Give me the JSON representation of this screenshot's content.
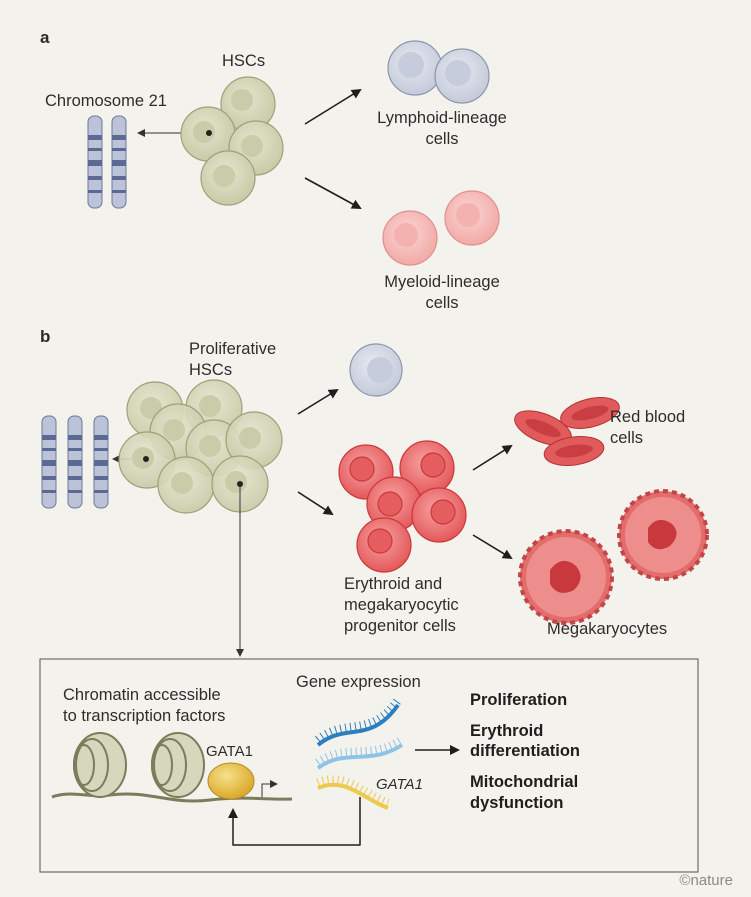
{
  "panel_a": {
    "letter": "a",
    "chromosome_label": "Chromosome 21",
    "hsc_label": "HSCs",
    "lymphoid_label": [
      "Lymphoid-lineage",
      "cells"
    ],
    "myeloid_label": [
      "Myeloid-lineage",
      "cells"
    ]
  },
  "panel_b": {
    "letter": "b",
    "hsc_label": [
      "Proliferative",
      "HSCs"
    ],
    "red_blood_label": [
      "Red blood",
      "cells"
    ],
    "progenitor_label": [
      "Erythroid and",
      "megakaryocytic",
      "progenitor cells"
    ],
    "megakaryocyte_label": "Megakaryocytes"
  },
  "inset": {
    "chromatin_label": [
      "Chromatin accessible",
      "to transcription factors"
    ],
    "gata1_protein": "GATA1",
    "gene_expression_label": "Gene expression",
    "gata1_gene": "GATA1",
    "outcomes": [
      "Proliferation",
      "Erythroid",
      "differentiation",
      "Mitochondrial",
      "dysfunction"
    ]
  },
  "credit": "©nature",
  "colors": {
    "background": "#f4f2ec",
    "hsc_cell": "#d6d8bd",
    "lymphoid_cell": "#d7dce6",
    "myeloid_cell": "#f7c4c1",
    "erythroid_cell": "#ef6f70",
    "red_blood_cell": "#e05757",
    "megakaryocyte": "#e46a6a",
    "chromosome": "#b8bfd4",
    "chromosome_band": "#5a6a92",
    "gata1": "#e8c24a",
    "rna_blue": "#2b7fc1",
    "rna_light_blue": "#8fc3e6",
    "rna_yellow": "#edc94e"
  }
}
